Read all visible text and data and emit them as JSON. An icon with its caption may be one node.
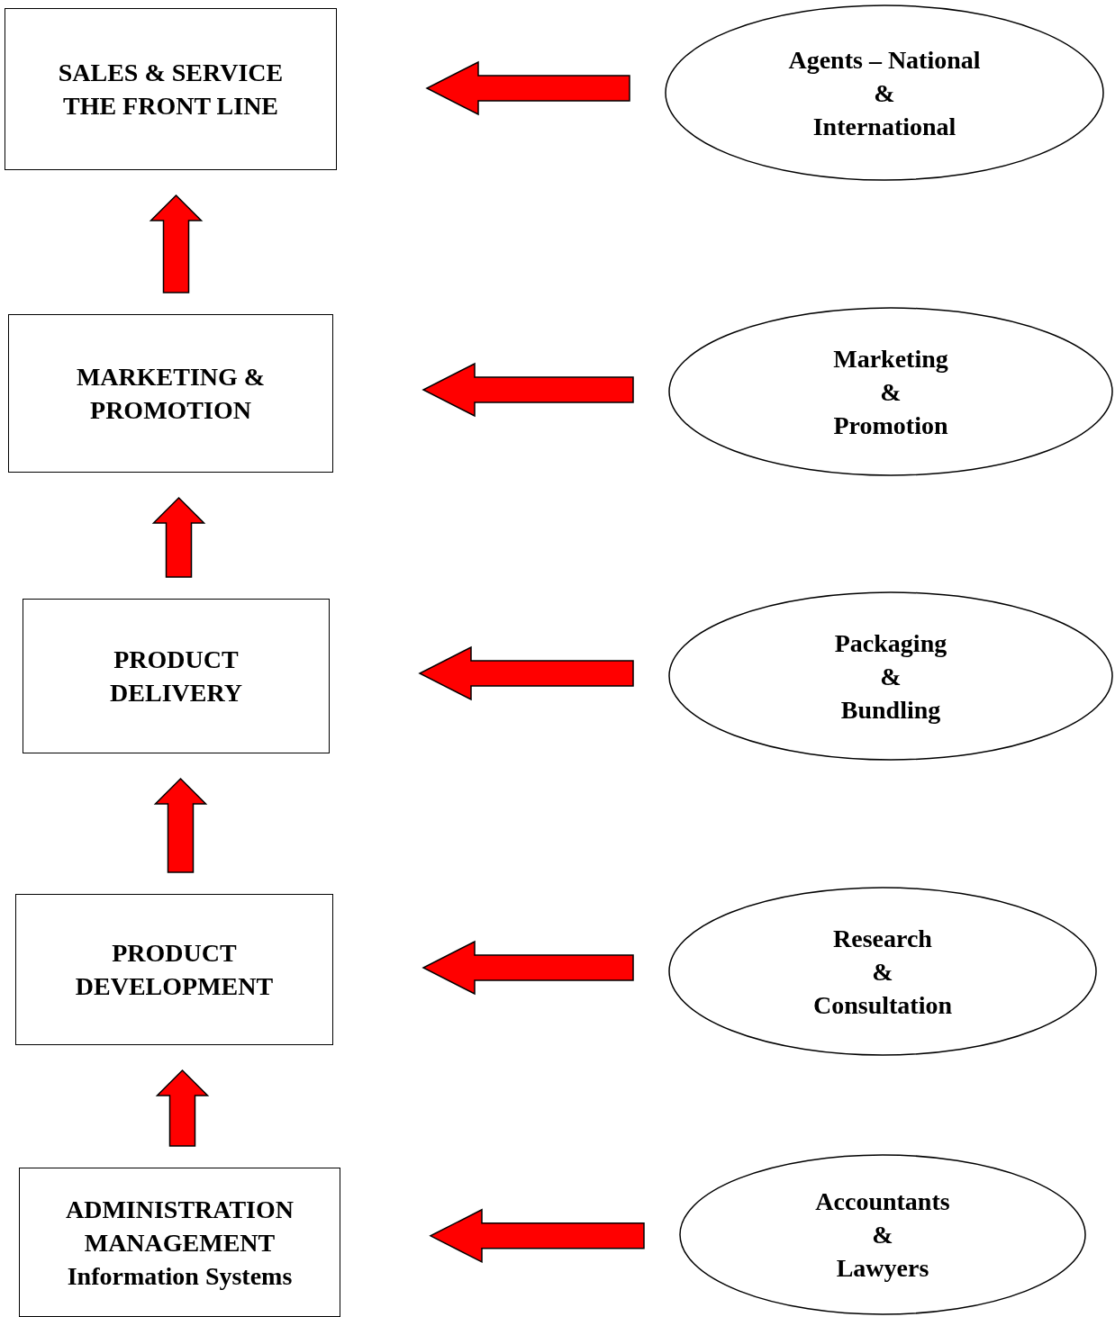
{
  "diagram": {
    "nodes": [
      {
        "text": [
          "SALES & SERVICE THE FRONT LINE"
        ]
      },
      {
        "text": [
          "Agents – National",
          "&",
          "International"
        ]
      },
      {
        "text": [
          "MARKETING & PROMOTION"
        ]
      },
      {
        "text": [
          "Marketing",
          "&",
          "Promotion"
        ]
      },
      {
        "text": [
          "PRODUCT DELIVERY"
        ]
      },
      {
        "text": [
          "Packaging",
          "&",
          "Bundling"
        ]
      },
      {
        "text": [
          "PRODUCT DEVELOPMENT"
        ]
      },
      {
        "text": [
          "Research",
          "&",
          "Consultation"
        ]
      },
      {
        "text": [
          "ADMINISTRATION MANAGEMENT",
          "Information Systems"
        ]
      },
      {
        "text": [
          "Accountants",
          "&",
          "Lawyers"
        ]
      }
    ],
    "edges": [
      {
        "from": 1,
        "to": 0,
        "arrow": "to",
        "color": "#ff0000",
        "style": "thick"
      },
      {
        "from": 2,
        "to": 0,
        "arrow": "to",
        "color": "#ff0000",
        "style": "thick"
      },
      {
        "from": 3,
        "to": 2,
        "arrow": "to",
        "color": "#ff0000",
        "style": "thick"
      },
      {
        "from": 4,
        "to": 2,
        "arrow": "to",
        "color": "#ff0000",
        "style": "thick"
      },
      {
        "from": 5,
        "to": 4,
        "arrow": "to",
        "color": "#ff0000",
        "style": "thick"
      },
      {
        "from": 6,
        "to": 4,
        "arrow": "to",
        "color": "#ff0000",
        "style": "thick"
      },
      {
        "from": 7,
        "to": 6,
        "arrow": "to",
        "color": "#ff0000",
        "style": "thick"
      },
      {
        "from": 8,
        "to": 6,
        "arrow": "to",
        "color": "#ff0000",
        "style": "thick"
      },
      {
        "from": 9,
        "to": 8,
        "arrow": "to",
        "color": "#ff0000",
        "style": "thick"
      }
    ]
  }
}
